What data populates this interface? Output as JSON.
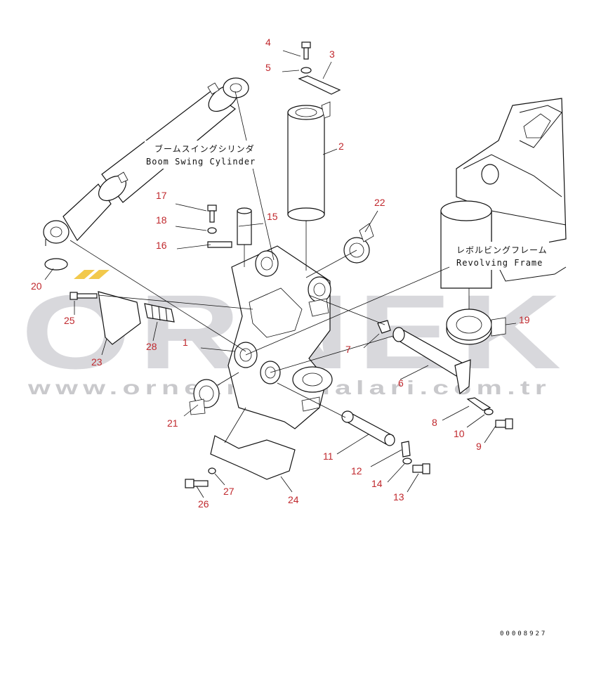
{
  "watermark": {
    "brand": "ORNEK",
    "url": "www.ornekmakinalari.com.tr",
    "accent_color": "#f2c94c"
  },
  "labels": {
    "cylinder_jp": "ブームスイングシリンダ",
    "cylinder_en": "Boom Swing Cylinder",
    "frame_jp": "レボルビングフレーム",
    "frame_en": "Revolving Frame"
  },
  "callouts": [
    "1",
    "2",
    "3",
    "4",
    "5",
    "6",
    "7",
    "8",
    "9",
    "10",
    "11",
    "12",
    "13",
    "14",
    "15",
    "16",
    "17",
    "18",
    "19",
    "20",
    "21",
    "22",
    "23",
    "24",
    "25",
    "26",
    "27",
    "28"
  ],
  "document_number": "00008927"
}
